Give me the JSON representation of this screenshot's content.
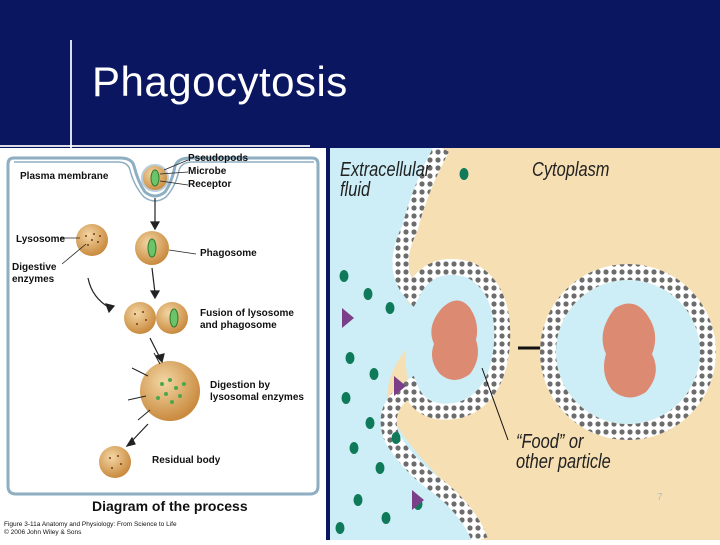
{
  "slide": {
    "title": "Phagocytosis",
    "slide_number": "7"
  },
  "left_diagram": {
    "labels": {
      "pseudopods": "Pseudopods",
      "microbe": "Microbe",
      "receptor": "Receptor",
      "plasma_membrane": "Plasma membrane",
      "lysosome": "Lysosome",
      "digestive_enzymes": "Digestive enzymes",
      "phagosome": "Phagosome",
      "fusion": "Fusion of lysosome and phagosome",
      "digestion": "Digestion by lysosomal enzymes",
      "residual_body": "Residual body"
    },
    "caption": "Diagram of the process",
    "credit_line1": "Figure 3-11a Anatomy and Physiology: From Science to Life",
    "credit_line2": "© 2006 John Wiley & Sons"
  },
  "right_diagram": {
    "labels": {
      "extracellular_fluid": "Extracellular fluid",
      "cytoplasm": "Cytoplasm",
      "food_particle": "“Food” or other particle"
    },
    "colors": {
      "extracellular": "#cdeef6",
      "cytoplasm": "#f6dfb2",
      "particle": "#dd8a72",
      "dots": "#0f7a5a",
      "triangles": "#7a3f88"
    }
  }
}
